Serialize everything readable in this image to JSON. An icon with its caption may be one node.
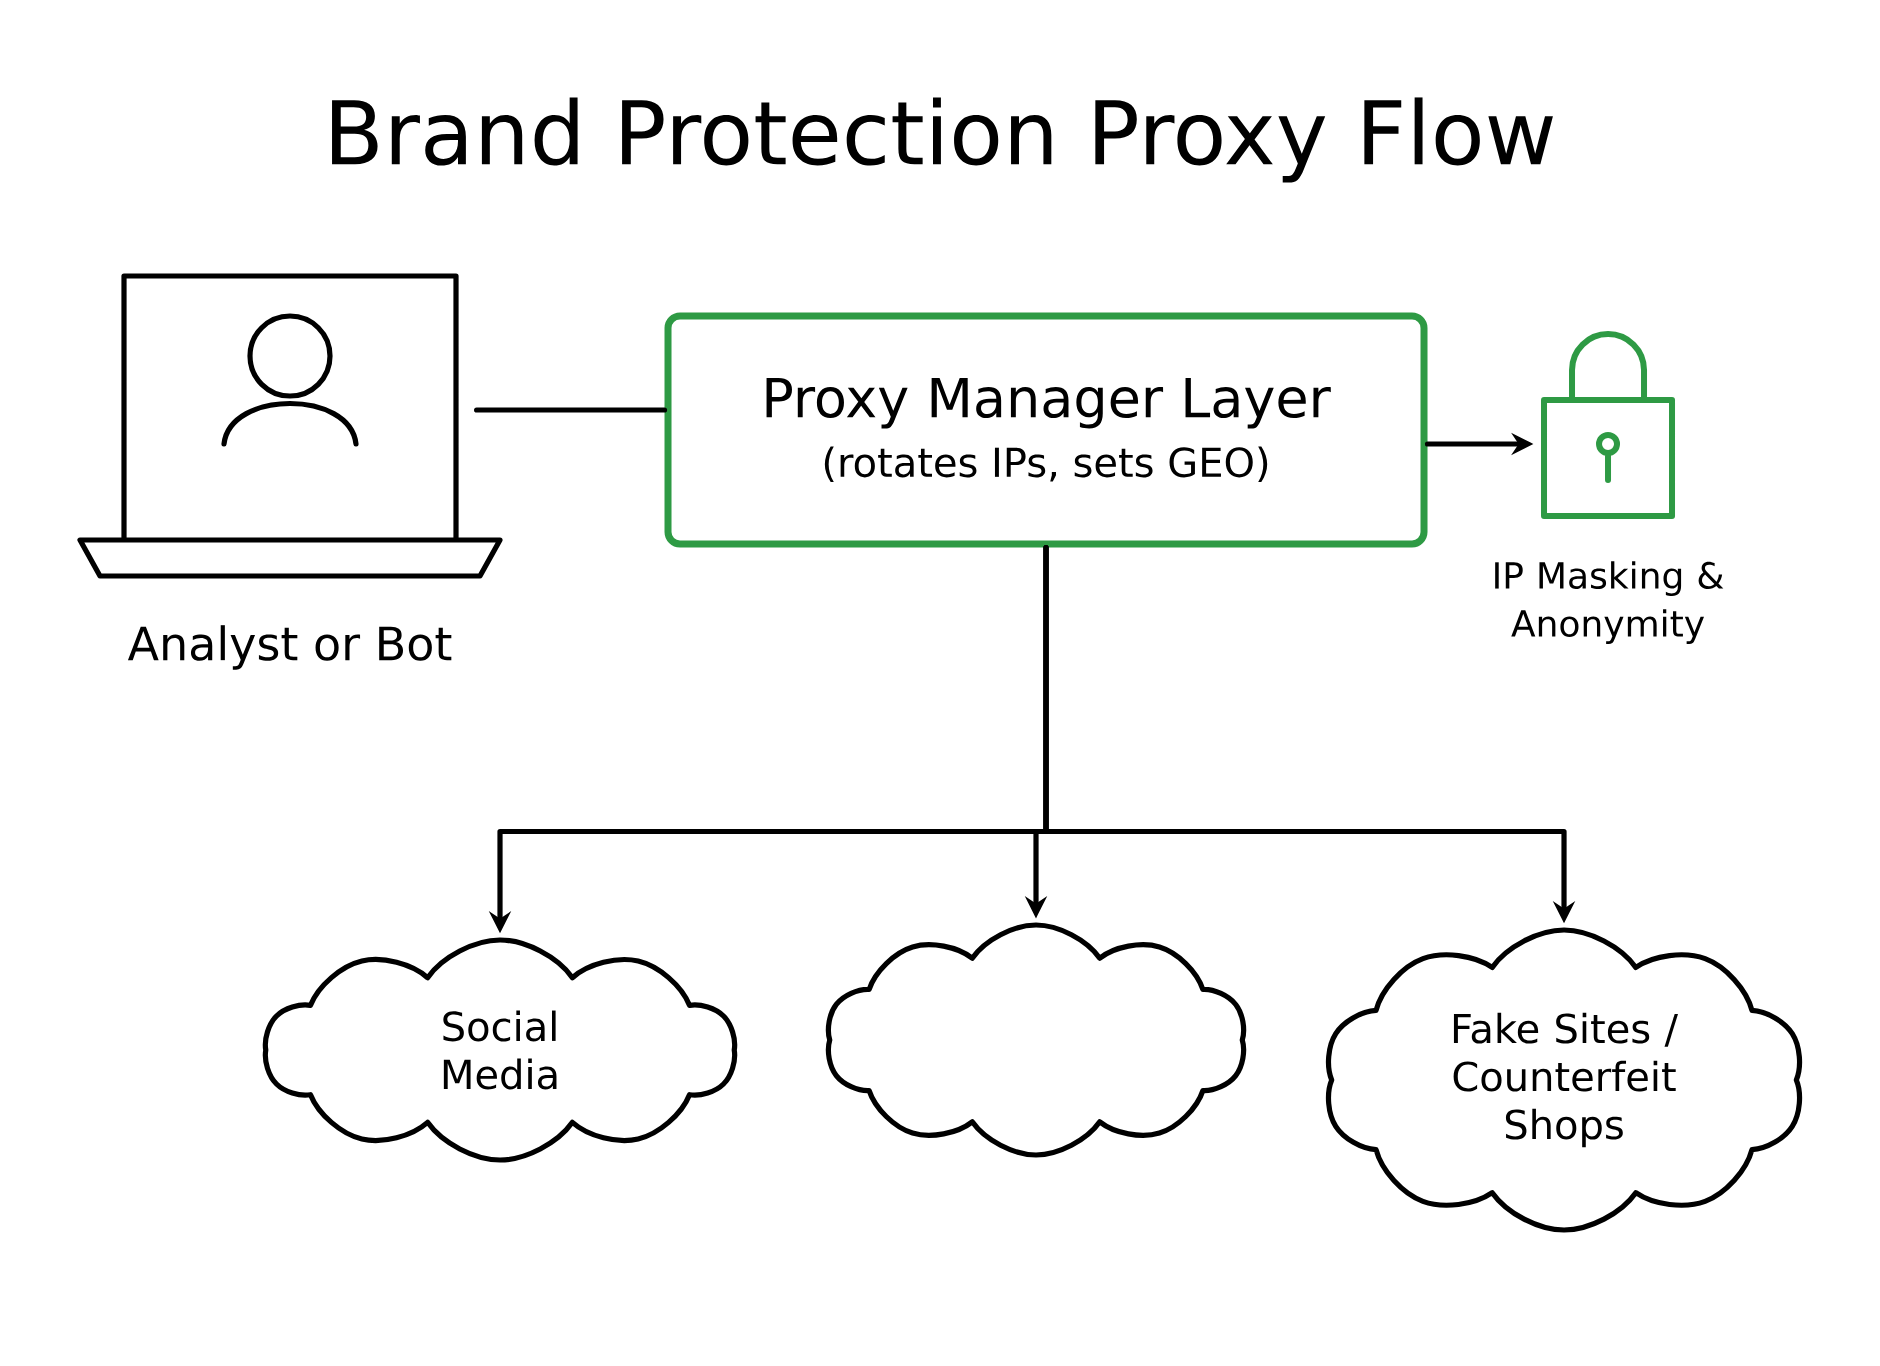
{
  "diagram": {
    "title": "Brand Protection Proxy Flow",
    "nodes": [
      {
        "text": [
          "Analyst or Bot"
        ]
      },
      {
        "text": [
          "Proxy Manager Layer",
          "(rotates IPs, sets GEO)"
        ]
      },
      {
        "text": [
          "IP Masking & Anonymity"
        ]
      },
      {
        "text": [
          "Social Media"
        ]
      },
      {
        "text": [],
        "shape": "cloud"
      },
      {
        "text": [
          "Fake Sites / Counterfeit Shops"
        ]
      }
    ],
    "edges": [
      {
        "from": 0,
        "to": 1,
        "arrow": "none"
      },
      {
        "from": 1,
        "to": 2,
        "arrow": "to"
      },
      {
        "from": 1,
        "to": 3,
        "arrow": "to"
      },
      {
        "from": 1,
        "to": 4,
        "arrow": "to"
      },
      {
        "from": 1,
        "to": 5,
        "arrow": "to"
      }
    ]
  }
}
